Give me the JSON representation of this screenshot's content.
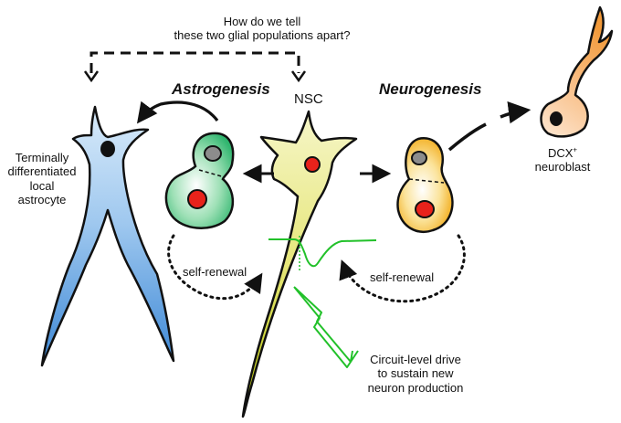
{
  "question": {
    "line1": "How do we tell",
    "line2": "these two glial populations apart?"
  },
  "headings": {
    "astro": "Astrogenesis",
    "neuro": "Neurogenesis"
  },
  "cells": {
    "nsc": "NSC",
    "astrocyte": [
      "Terminally",
      "differentiated",
      "local",
      "astrocyte"
    ],
    "neuroblast": {
      "main": "DCX",
      "sup": "+",
      "sub": "neuroblast"
    }
  },
  "self_renewal": {
    "left": "self-renewal",
    "right": "self-renewal"
  },
  "circuit": [
    "Circuit-level drive",
    "to sustain new",
    "neuron production"
  ],
  "colors": {
    "astrocyte": "#4a90d9",
    "astro_progenitor": "#3cb878",
    "nsc": "#d4d400",
    "neuro_progenitor": "#f0a000",
    "neuroblast": "#f7b27a",
    "nucleus_red": "#e8221b",
    "nucleus_grey": "#8c8c8c",
    "signal_green": "#22c12a"
  },
  "icons": [
    "dashed-bracket-arrow",
    "curved-arrow",
    "dotted-self-renewal-arrow",
    "lightning-bolt-icon",
    "trace-icon"
  ]
}
